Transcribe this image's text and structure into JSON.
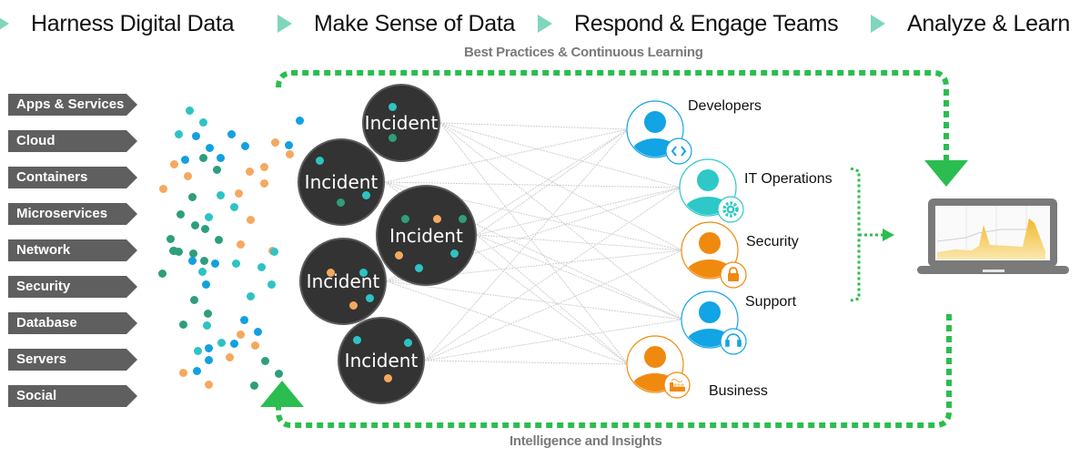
{
  "steps": [
    {
      "label": "Harness Digital Data"
    },
    {
      "label": "Make Sense of Data"
    },
    {
      "label": "Respond & Engage Teams"
    },
    {
      "label": "Analyze & Learn"
    }
  ],
  "loops": {
    "top_label": "Best Practices & Continuous Learning",
    "bottom_label": "Intelligence and Insights"
  },
  "sources": [
    {
      "label": "Apps & Services"
    },
    {
      "label": "Cloud"
    },
    {
      "label": "Containers"
    },
    {
      "label": "Microservices"
    },
    {
      "label": "Network"
    },
    {
      "label": "Security"
    },
    {
      "label": "Database"
    },
    {
      "label": "Servers"
    },
    {
      "label": "Social"
    }
  ],
  "incidents": [
    {
      "label": "Incident"
    },
    {
      "label": "Incident"
    },
    {
      "label": "Incident"
    },
    {
      "label": "Incident"
    },
    {
      "label": "Incident"
    }
  ],
  "teams": [
    {
      "label": "Developers",
      "icon": "code-icon",
      "color": "#12a4e4"
    },
    {
      "label": "IT Operations",
      "icon": "gear-icon",
      "color": "#2ec8c8"
    },
    {
      "label": "Security",
      "icon": "lock-icon",
      "color": "#f08a0e"
    },
    {
      "label": "Support",
      "icon": "headset-icon",
      "color": "#12a4e4"
    },
    {
      "label": "Business",
      "icon": "factory-icon",
      "color": "#f08a0e"
    }
  ],
  "colors": {
    "step_arrow": "#7fd6bd",
    "loop_green": "#2bbd4f",
    "source_tag": "#5f5f5f",
    "incident_fill": "#333333",
    "dot_teal": "#2ec3c3",
    "dot_blue": "#12a0e0",
    "dot_green": "#2e9e7c",
    "dot_orange": "#f5a860",
    "laptop_gray": "#7a7a7a",
    "chart_gold": "#f0b929"
  }
}
